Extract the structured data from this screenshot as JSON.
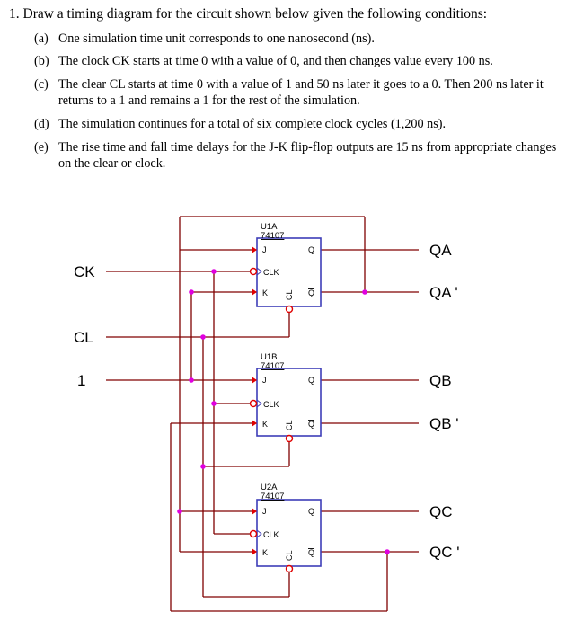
{
  "problem": {
    "title": "1. Draw a timing diagram for the circuit shown below given the following conditions:",
    "conditions": [
      {
        "label": "(a)",
        "text": "One simulation time unit corresponds to one nanosecond (ns)."
      },
      {
        "label": "(b)",
        "text": "The clock CK starts at time 0 with a value of 0, and then changes value every 100 ns."
      },
      {
        "label": "(c)",
        "text": "The clear CL starts at time 0 with a value of 1 and 50 ns later it goes to a 0. Then 200 ns later it returns to a 1 and remains a 1 for the rest of the simulation."
      },
      {
        "label": "(d)",
        "text": "The simulation continues for a total of six complete clock cycles (1,200 ns)."
      },
      {
        "label": "(e)",
        "text": "The rise time and fall time delays for the J-K flip-flop outputs are 15 ns from appropriate changes on the clear or clock."
      }
    ]
  },
  "circuit": {
    "inputs": {
      "ck": "CK",
      "cl": "CL",
      "one": "1"
    },
    "outputs": {
      "qa": "QA",
      "qa_bar": "QA '",
      "qb": "QB",
      "qb_bar": "QB '",
      "qc": "QC",
      "qc_bar": "QC '"
    },
    "chips": [
      {
        "name": "U1A",
        "part": "74107"
      },
      {
        "name": "U1B",
        "part": "74107"
      },
      {
        "name": "U2A",
        "part": "74107"
      }
    ],
    "pins": {
      "j": "J",
      "clk": "CLK",
      "k": "K",
      "q": "Q",
      "qbar": "Q",
      "clr": "CL"
    },
    "colors": {
      "wire": "#800000",
      "chip_border": "#3d3db8",
      "arrow": "#e00000",
      "junction": "#e000e0",
      "bubble": "#e00000"
    }
  }
}
